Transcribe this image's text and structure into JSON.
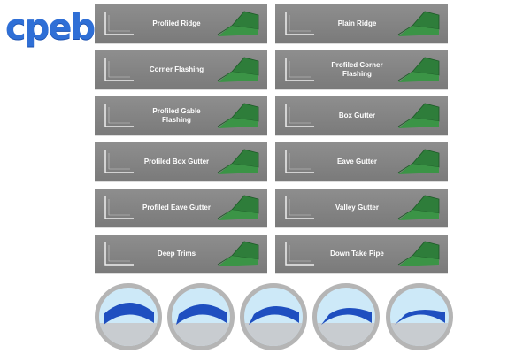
{
  "logo": {
    "text": "cpeb"
  },
  "products": [
    {
      "label": "Profiled Ridge"
    },
    {
      "label": "Plain Ridge"
    },
    {
      "label": "Corner Flashing"
    },
    {
      "label": "Profiled Corner Flashing"
    },
    {
      "label": "Profiled Gable Flashing"
    },
    {
      "label": "Box Gutter"
    },
    {
      "label": "Profiled Box Gutter"
    },
    {
      "label": "Eave Gutter"
    },
    {
      "label": "Profiled Eave Gutter"
    },
    {
      "label": "Valley Gutter"
    },
    {
      "label": "Deep Trims"
    },
    {
      "label": "Down Take Pipe"
    }
  ],
  "colors": {
    "panel": "#858585",
    "product_green": "#2e7d3a",
    "install_blue": "#1f4fc0"
  }
}
